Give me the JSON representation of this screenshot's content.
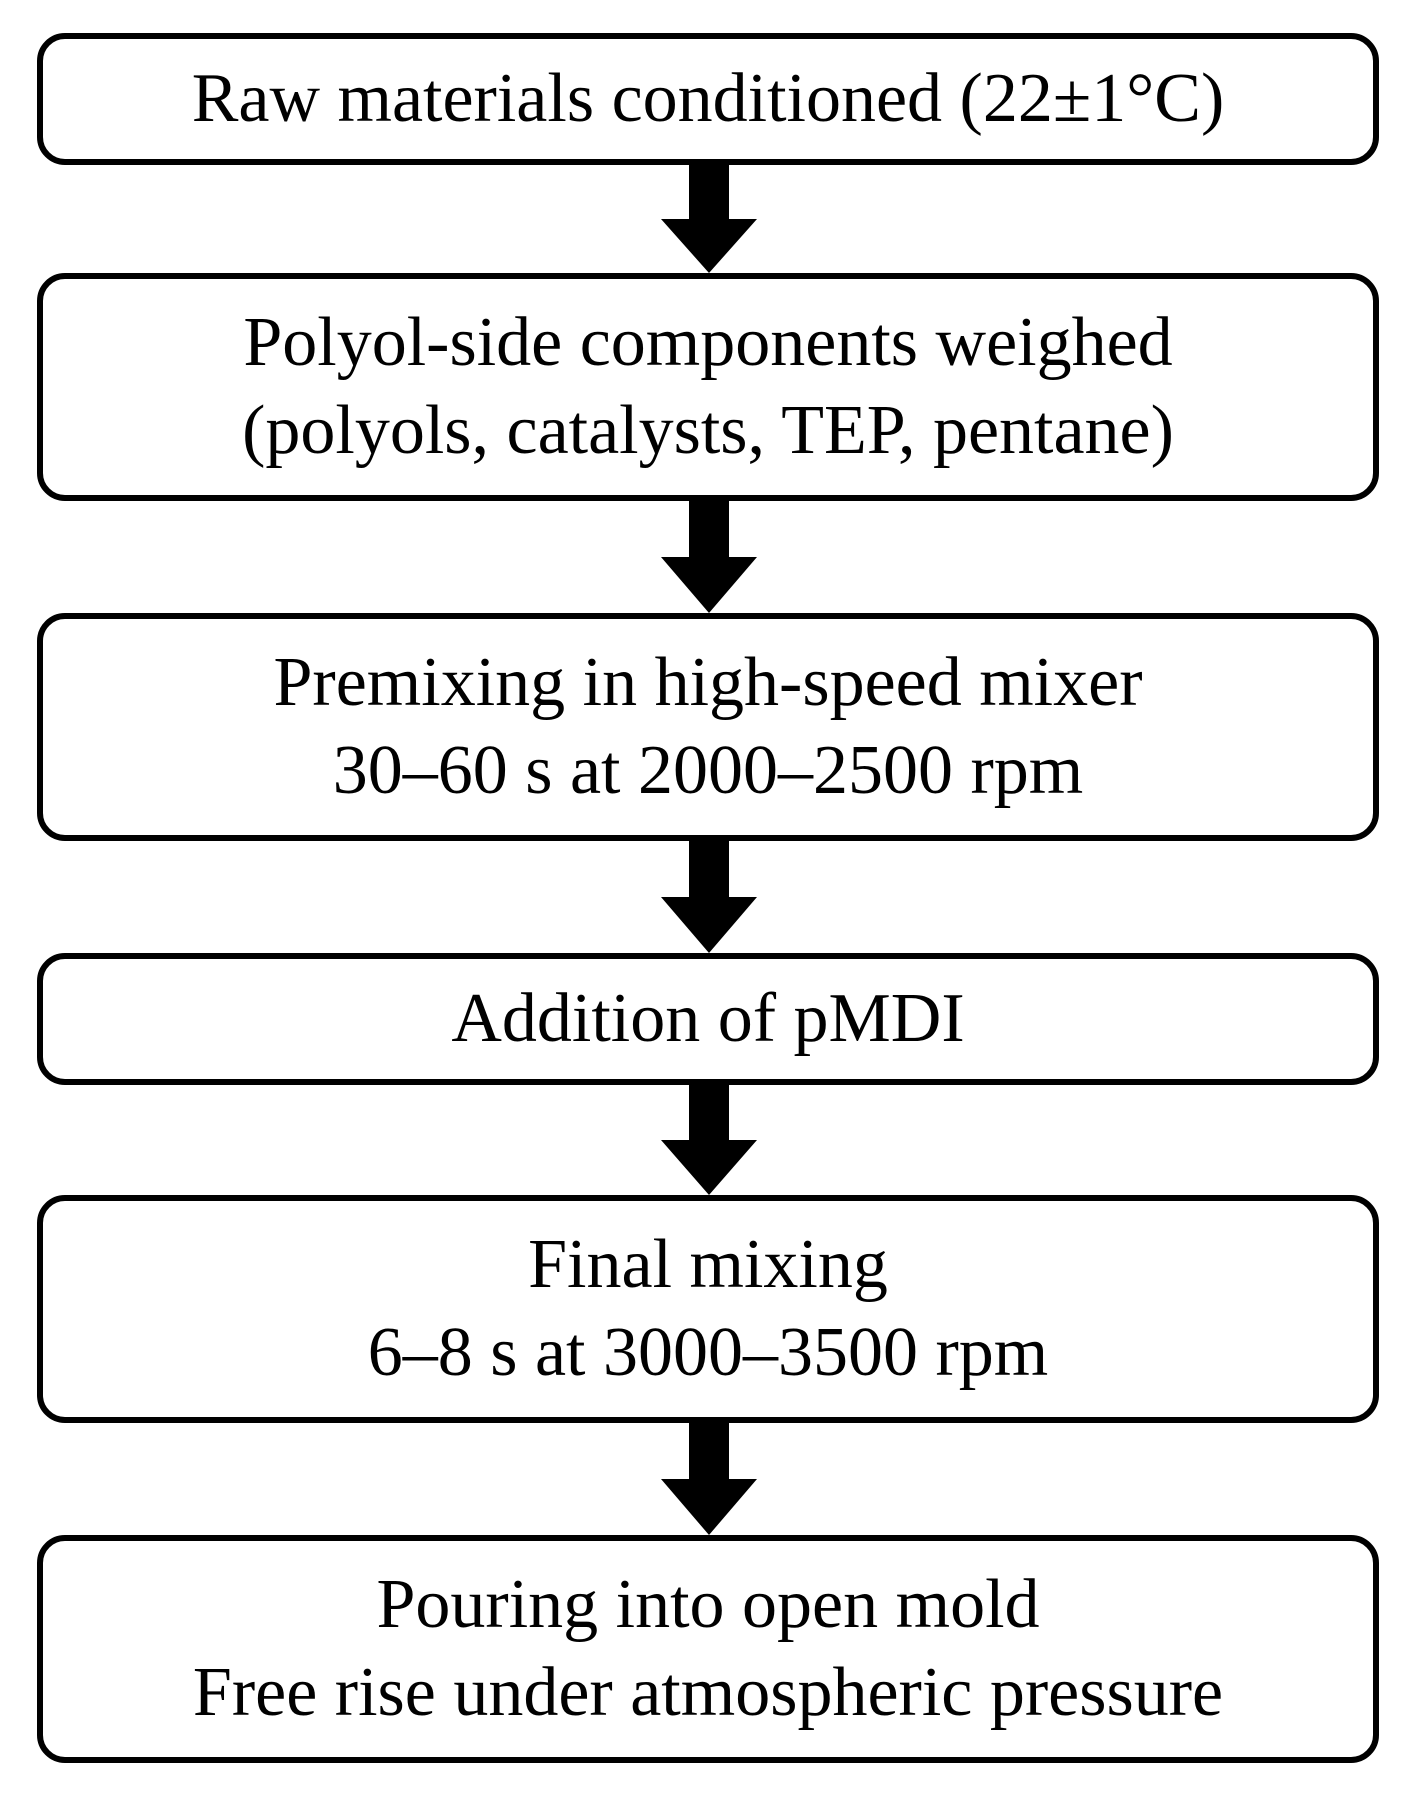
{
  "steps": [
    {
      "lines": [
        "Raw materials conditioned (22±1°C)"
      ]
    },
    {
      "lines": [
        "Polyol-side components weighed",
        "(polyols, catalysts, TEP, pentane)"
      ]
    },
    {
      "lines": [
        "Premixing in high-speed mixer",
        "30–60 s at 2000–2500 rpm"
      ]
    },
    {
      "lines": [
        "Addition of pMDI"
      ]
    },
    {
      "lines": [
        "Final mixing",
        "6–8 s at 3000–3500 rpm"
      ]
    },
    {
      "lines": [
        "Pouring into open mold",
        "Free rise under atmospheric pressure"
      ]
    }
  ],
  "colors": {
    "stroke": "#000000",
    "background": "#ffffff"
  }
}
